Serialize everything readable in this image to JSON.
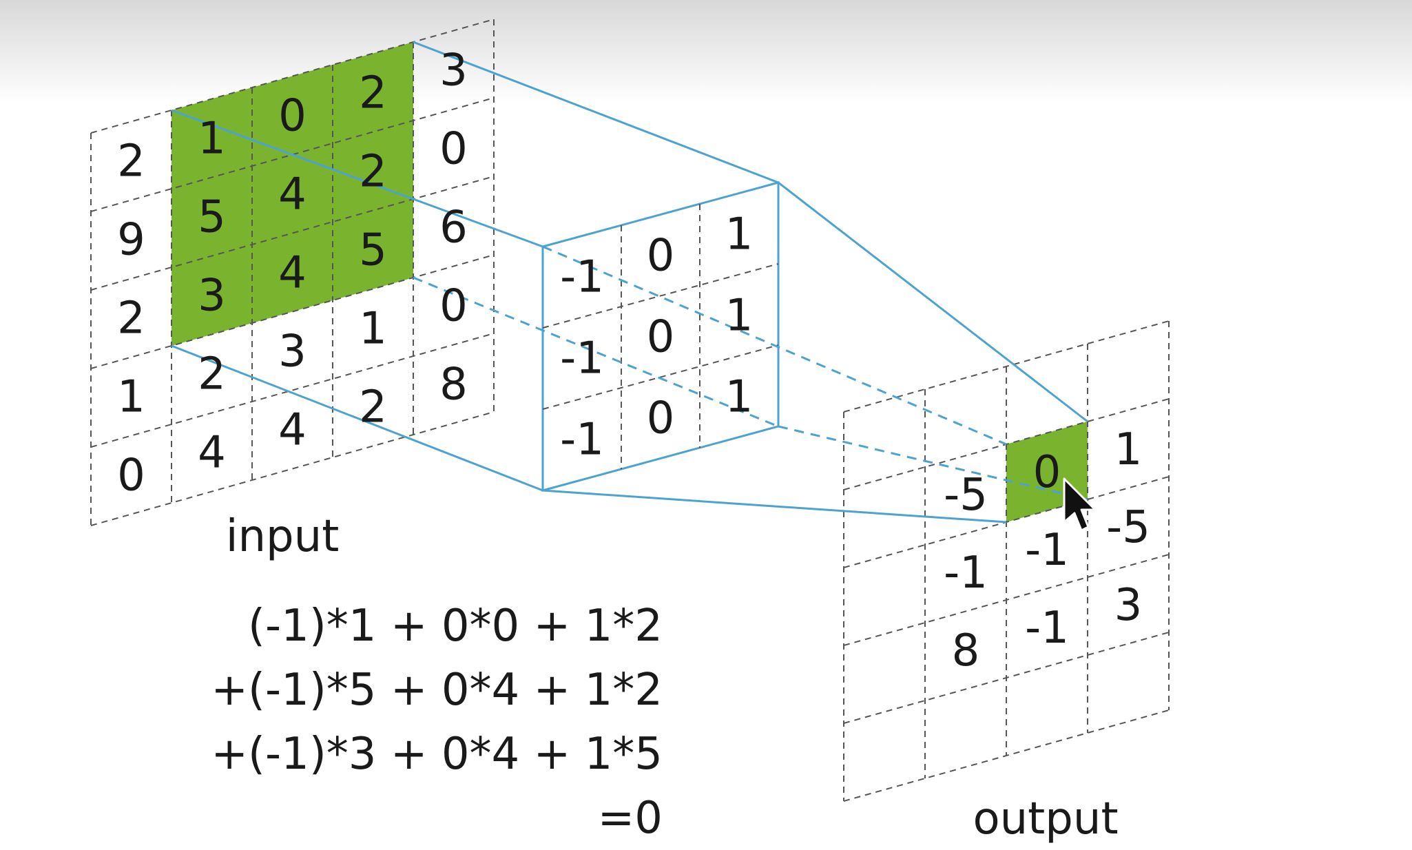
{
  "input": {
    "label": "input",
    "rows": [
      [
        "2",
        "1",
        "0",
        "2",
        "3"
      ],
      [
        "9",
        "5",
        "4",
        "2",
        "0"
      ],
      [
        "2",
        "3",
        "4",
        "5",
        "6"
      ],
      [
        "1",
        "2",
        "3",
        "1",
        "0"
      ],
      [
        "0",
        "4",
        "4",
        "2",
        "8"
      ]
    ],
    "highlight": {
      "row_start": 0,
      "col_start": 1,
      "size": 3
    },
    "highlight_color": "#7ab32e"
  },
  "kernel": {
    "rows": [
      [
        "-1",
        "0",
        "1"
      ],
      [
        "-1",
        "0",
        "1"
      ],
      [
        "-1",
        "0",
        "1"
      ]
    ],
    "border_color": "#4da3cf"
  },
  "output": {
    "label": "output",
    "rows": [
      [
        "",
        "",
        "",
        ""
      ],
      [
        "",
        "-5",
        "0",
        "1"
      ],
      [
        "",
        "-1",
        "-1",
        "-5"
      ],
      [
        "",
        "8",
        "-1",
        "3"
      ],
      [
        "",
        "",
        "",
        ""
      ]
    ],
    "highlight": {
      "row": 1,
      "col": 2
    },
    "highlight_color": "#7ab32e"
  },
  "equation": {
    "lines": [
      "(-1)*1 +  0*0 + 1*2",
      "+(-1)*5 +  0*4 + 1*2",
      "+(-1)*3 +  0*4 + 1*5",
      "=0"
    ]
  },
  "colors": {
    "grid_line": "#555555",
    "projection_line": "#4da3cf",
    "text": "#1a1a1a"
  },
  "icons": [
    "mouse-cursor-icon"
  ]
}
